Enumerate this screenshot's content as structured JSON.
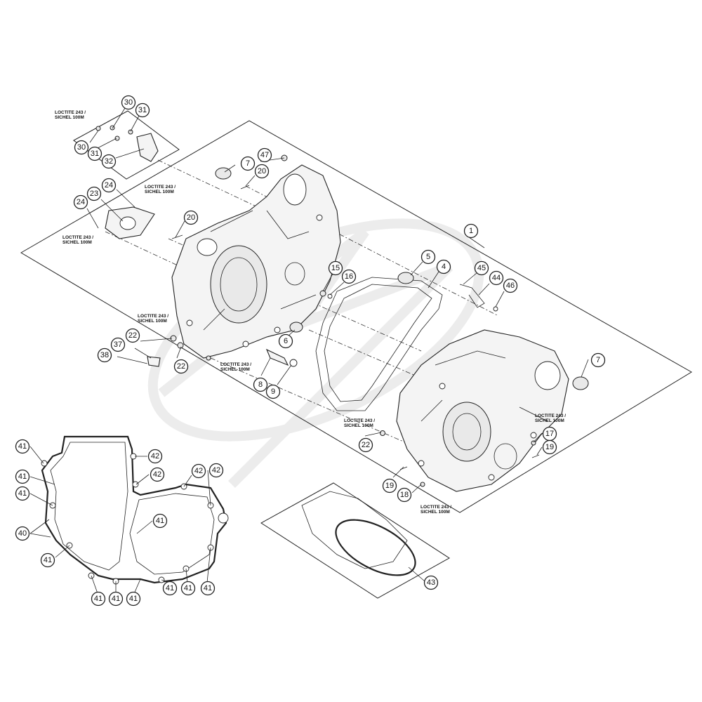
{
  "callouts": [
    {
      "id": "c30a",
      "label": "30"
    },
    {
      "id": "c31a",
      "label": "31"
    },
    {
      "id": "c30b",
      "label": "30"
    },
    {
      "id": "c31b",
      "label": "31"
    },
    {
      "id": "c32",
      "label": "32"
    },
    {
      "id": "c47",
      "label": "47"
    },
    {
      "id": "c7a",
      "label": "7"
    },
    {
      "id": "c20a",
      "label": "20"
    },
    {
      "id": "c24a",
      "label": "24"
    },
    {
      "id": "c23",
      "label": "23"
    },
    {
      "id": "c24b",
      "label": "24"
    },
    {
      "id": "c20b",
      "label": "20"
    },
    {
      "id": "c1",
      "label": "1"
    },
    {
      "id": "c5",
      "label": "5"
    },
    {
      "id": "c4",
      "label": "4"
    },
    {
      "id": "c15",
      "label": "15"
    },
    {
      "id": "c16",
      "label": "16"
    },
    {
      "id": "c45",
      "label": "45"
    },
    {
      "id": "c44",
      "label": "44"
    },
    {
      "id": "c46",
      "label": "46"
    },
    {
      "id": "c22a",
      "label": "22"
    },
    {
      "id": "c6",
      "label": "6"
    },
    {
      "id": "c37",
      "label": "37"
    },
    {
      "id": "c38",
      "label": "38"
    },
    {
      "id": "c22b",
      "label": "22"
    },
    {
      "id": "c8",
      "label": "8"
    },
    {
      "id": "c9",
      "label": "9"
    },
    {
      "id": "c7b",
      "label": "7"
    },
    {
      "id": "c22c",
      "label": "22"
    },
    {
      "id": "c17",
      "label": "17"
    },
    {
      "id": "c19a",
      "label": "19"
    },
    {
      "id": "c19b",
      "label": "19"
    },
    {
      "id": "c18",
      "label": "18"
    },
    {
      "id": "c43",
      "label": "43"
    },
    {
      "id": "c41a",
      "label": "41"
    },
    {
      "id": "c42a",
      "label": "42"
    },
    {
      "id": "c41b",
      "label": "41"
    },
    {
      "id": "c42b",
      "label": "42"
    },
    {
      "id": "c42c",
      "label": "42"
    },
    {
      "id": "c42d",
      "label": "42"
    },
    {
      "id": "c41c",
      "label": "41"
    },
    {
      "id": "c41d",
      "label": "41"
    },
    {
      "id": "c40",
      "label": "40"
    },
    {
      "id": "c41e",
      "label": "41"
    },
    {
      "id": "c41f",
      "label": "41"
    },
    {
      "id": "c41g",
      "label": "41"
    },
    {
      "id": "c41h",
      "label": "41"
    },
    {
      "id": "c41i",
      "label": "41"
    },
    {
      "id": "c41j",
      "label": "41"
    },
    {
      "id": "c41k",
      "label": "41"
    }
  ],
  "notes": [
    {
      "id": "n1",
      "line1": "LOCTITE 243 /",
      "line2": "SICHEL 100M"
    },
    {
      "id": "n2",
      "line1": "LOCTITE 243 /",
      "line2": "SICHEL 100M"
    },
    {
      "id": "n3",
      "line1": "LOCTITE 243 /",
      "line2": "SICHEL 100M"
    },
    {
      "id": "n4",
      "line1": "LOCTITE 243 /",
      "line2": "SICHEL 100M"
    },
    {
      "id": "n5",
      "line1": "LOCTITE 243 /",
      "line2": "SICHEL 100M"
    },
    {
      "id": "n6",
      "line1": "LOCTITE 243 /",
      "line2": "SICHEL 100M"
    },
    {
      "id": "n7",
      "line1": "LOCTITE 243 /",
      "line2": "SICHEL 100M"
    },
    {
      "id": "n8",
      "line1": "LOCTITE 243 /",
      "line2": "SICHEL 100M"
    }
  ]
}
